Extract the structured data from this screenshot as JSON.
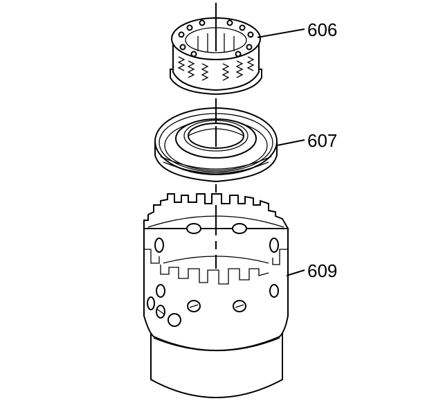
{
  "diagram": {
    "parts": [
      {
        "id": "spring-assembly",
        "callout": "606"
      },
      {
        "id": "piston",
        "callout": "607"
      },
      {
        "id": "clutch-housing",
        "callout": "609"
      }
    ]
  }
}
